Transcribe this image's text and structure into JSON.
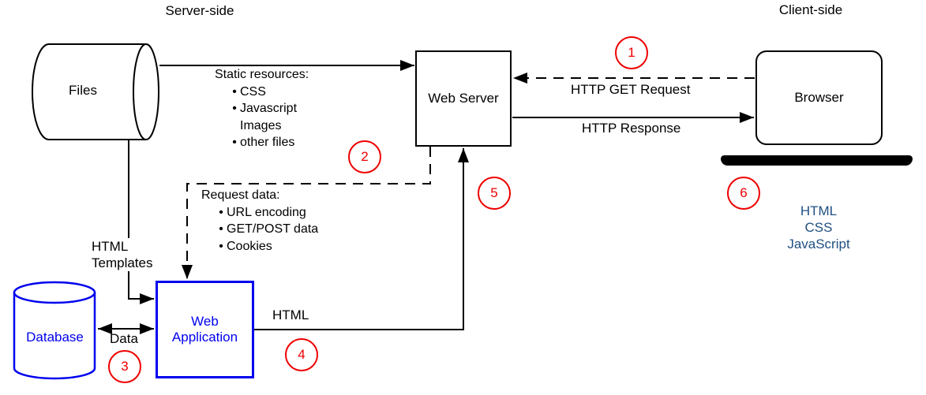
{
  "header": {
    "server_side": "Server-side",
    "client_side": "Client-side"
  },
  "nodes": {
    "files": {
      "label": "Files",
      "shape": "horizontal-cylinder"
    },
    "web_server": {
      "label": "Web Server",
      "shape": "rectangle"
    },
    "browser": {
      "label": "Browser",
      "shape": "rounded-rectangle"
    },
    "database": {
      "label": "Database",
      "shape": "vertical-cylinder"
    },
    "web_application": {
      "label": "Web Application",
      "shape": "rectangle"
    }
  },
  "annotations": {
    "static_resources": {
      "title": "Static resources:",
      "items": [
        {
          "bullet": "•",
          "text": "CSS"
        },
        {
          "bullet": "•",
          "text": "Javascript"
        },
        {
          "bullet": "",
          "text": "Images"
        },
        {
          "bullet": "•",
          "text": "other files"
        }
      ]
    },
    "request_data": {
      "title": "Request data:",
      "items": [
        {
          "bullet": "•",
          "text": "URL encoding"
        },
        {
          "bullet": "•",
          "text": "GET/POST data"
        },
        {
          "bullet": "•",
          "text": "Cookies"
        }
      ]
    }
  },
  "edges": {
    "http_get_request": "HTTP GET Request",
    "http_response": "HTTP Response",
    "html_templates": "HTML Templates",
    "data": "Data",
    "html": "HTML"
  },
  "client_stack": {
    "lines": [
      "HTML",
      "CSS",
      "JavaScript"
    ]
  },
  "steps": [
    "1",
    "2",
    "3",
    "4",
    "5",
    "6"
  ],
  "colors": {
    "node_blue": "#0000ee",
    "step_red": "#ee0000",
    "client_stack_blue": "#1f5081",
    "line_black": "#000000"
  }
}
